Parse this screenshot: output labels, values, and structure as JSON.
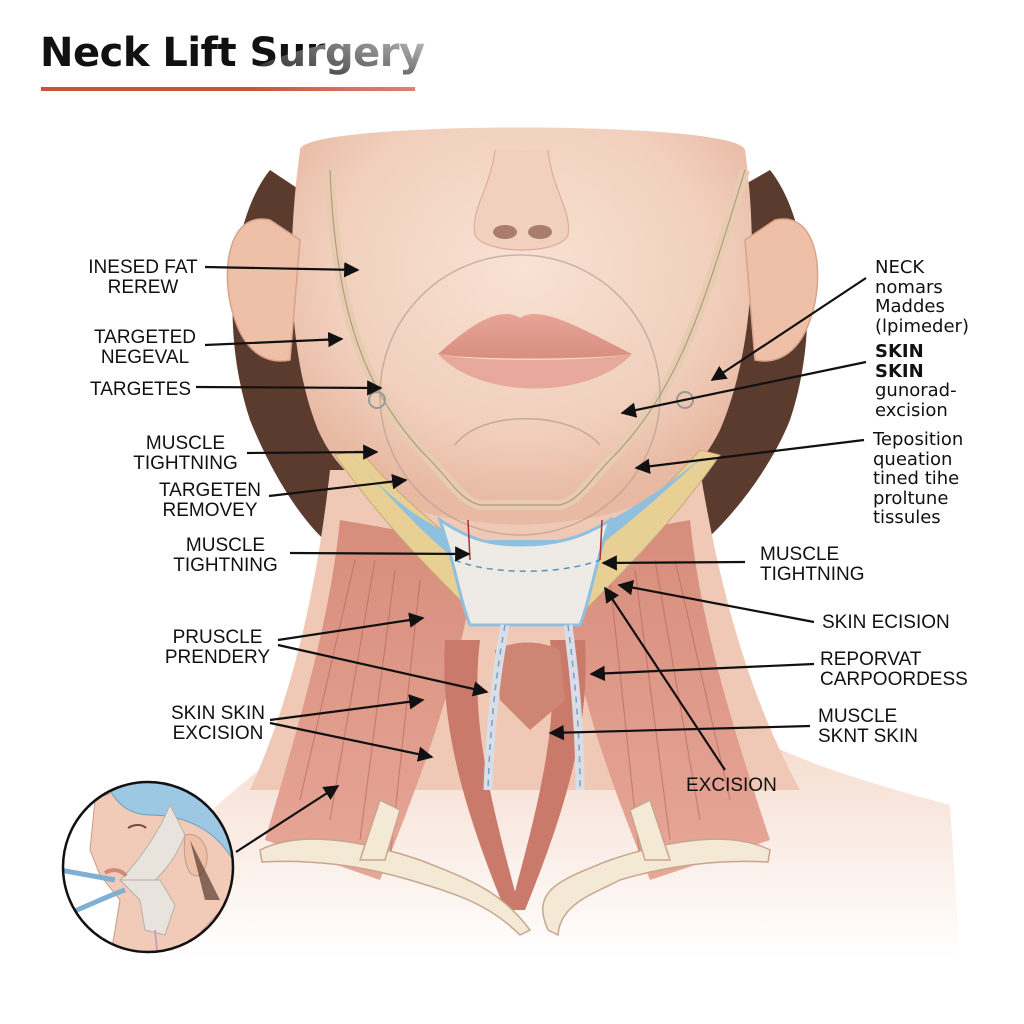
{
  "title": "Neck Lift Surgery",
  "colors": {
    "title_underline": "#c8553d",
    "skin": "#f3d5c3",
    "skin_shadow": "#e6b8a2",
    "muscle": "#d9907e",
    "muscle_dark": "#b86a5a",
    "hair": "#5a3b2e",
    "fascia_blue": "#8fc1df",
    "fat_yellow": "#e8cf94",
    "bone": "#f3e9d4",
    "lips": "#e0a092",
    "cap_blue": "#9cc8e3",
    "arrow": "#111111"
  },
  "labels_left": [
    {
      "id": "inesed-fat-rerew",
      "lines": [
        "INESED FAT",
        "REREW"
      ]
    },
    {
      "id": "targeted-negeval",
      "lines": [
        "TARGETED",
        "NEGEVAL"
      ]
    },
    {
      "id": "targetes",
      "lines": [
        "TARGETES"
      ]
    },
    {
      "id": "muscle-tightning-1",
      "lines": [
        "MUSCLE",
        "TIGHTNING"
      ]
    },
    {
      "id": "targeten-removey",
      "lines": [
        "TARGETEN",
        "REMOVEY"
      ]
    },
    {
      "id": "muscle-tightning-2",
      "lines": [
        "MUSCLE",
        "TIGHTNING"
      ]
    },
    {
      "id": "pruscle-prendery",
      "lines": [
        "PRUSCLE",
        "PRENDERY"
      ]
    },
    {
      "id": "skin-skin-excision",
      "lines": [
        "SKIN SKIN",
        "EXCISION"
      ]
    }
  ],
  "labels_right": [
    {
      "id": "neck-nomars",
      "lines": [
        "NECK",
        "nomars",
        "Maddes",
        "(lpimeder)"
      ]
    },
    {
      "id": "skin-skin-gunorad",
      "lines": [
        "SKIN",
        "SKIN",
        "gunorad-",
        "excision"
      ]
    },
    {
      "id": "teposition",
      "lines": [
        "Teposition",
        "queation",
        "tined tihe",
        "proltune",
        "tissules"
      ]
    },
    {
      "id": "muscle-tightning-3",
      "lines": [
        "MUSCLE",
        "TIGHTNING"
      ]
    },
    {
      "id": "skin-ecision",
      "lines": [
        "SKIN ECISION"
      ]
    },
    {
      "id": "reporvat",
      "lines": [
        "REPORVAT",
        "CARPOORDESS"
      ]
    },
    {
      "id": "muscle-sknt-skin",
      "lines": [
        "MUSCLE",
        "SKNT SKIN"
      ]
    },
    {
      "id": "excision",
      "lines": [
        "EXCISION"
      ]
    }
  ],
  "inset": {
    "description": "profile view of patient wearing surgical cap and chin compression garment with drains"
  }
}
